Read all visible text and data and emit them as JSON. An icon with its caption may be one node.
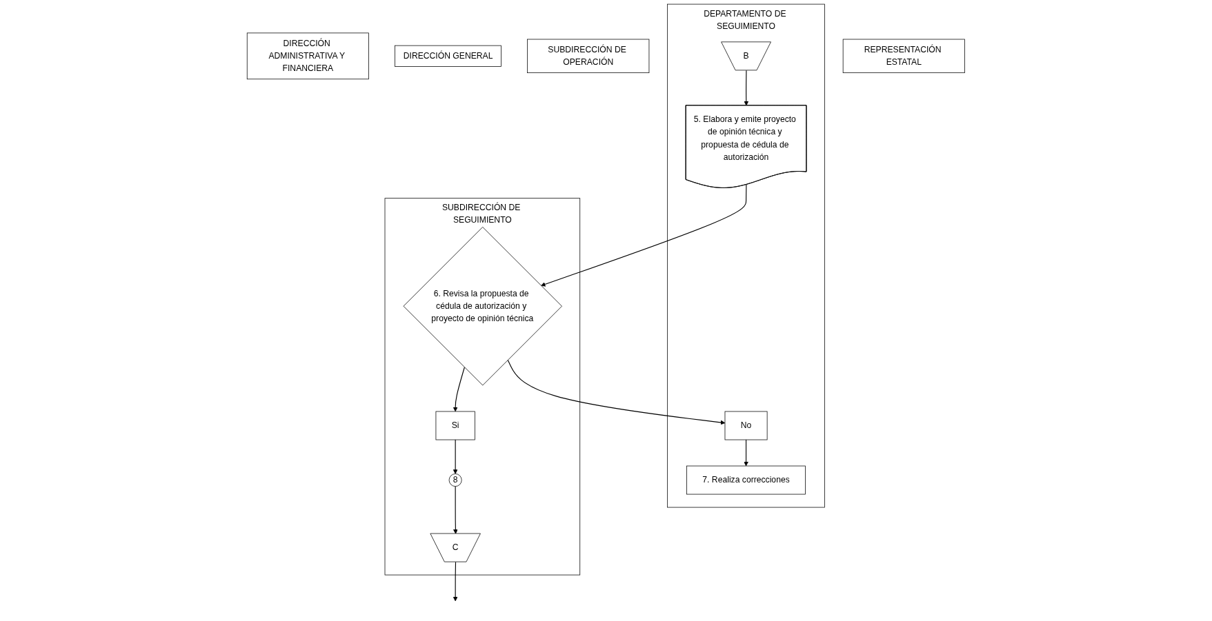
{
  "diagram": {
    "nodes": [
      {
        "text": [
          "REPRESENTACIÓN ESTATAL"
        ]
      },
      {
        "text": [
          "DEPARTAMENTO DE SEGUIMIENTO"
        ]
      },
      {
        "text": [
          "SUBDIRECCIÓN DE SEGUIMIENTO"
        ]
      },
      {
        "text": [
          "SUBDIRECCIÓN DE OPERACIÓN"
        ]
      },
      {
        "text": [
          "DIRECCIÓN GENERAL"
        ]
      },
      {
        "text": [
          "DIRECCIÓN ADMINISTRATIVA Y FINANCIERA"
        ]
      },
      {
        "text": [
          "B"
        ],
        "in": 1
      },
      {
        "text": [
          "5. Elabora y emite proyecto de opinión técnica y propuesta de cédula de autorización"
        ],
        "in": 1
      },
      {
        "text": [
          "6. Revisa la propuesta de cédula de autorización y proyecto de opinión técnica"
        ],
        "in": 2
      },
      {
        "text": [
          "No"
        ],
        "in": 1
      },
      {
        "text": [
          "7. Realiza correcciones"
        ],
        "in": 1
      },
      {
        "text": [
          "Si"
        ],
        "in": 2
      },
      {
        "text": [
          "8"
        ],
        "in": 2
      },
      {
        "text": [
          "C"
        ],
        "in": 2
      }
    ],
    "edges": [
      {
        "from": 6,
        "to": 7,
        "arrow": "to"
      },
      {
        "from": 7,
        "to": 8,
        "arrow": "to"
      },
      {
        "from": 8,
        "to": 9,
        "arrow": "to"
      },
      {
        "from": 9,
        "to": 10,
        "arrow": "to"
      },
      {
        "from": 8,
        "to": 11,
        "arrow": "to"
      },
      {
        "from": 11,
        "to": 12,
        "arrow": "to"
      },
      {
        "from": 12,
        "to": 13,
        "arrow": "to"
      },
      {
        "from": 13,
        "to": null,
        "arrow": "to"
      }
    ]
  }
}
